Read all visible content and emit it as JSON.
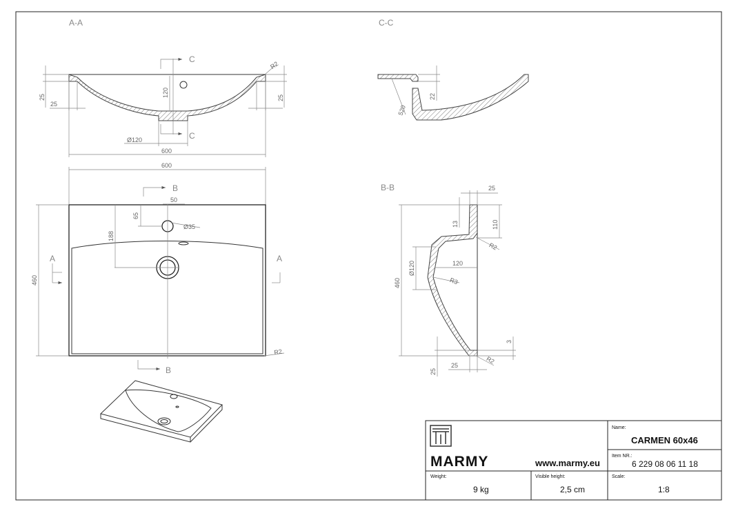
{
  "sections": {
    "aa": "A-A",
    "cc": "C-C",
    "bb": "B-B",
    "cut_a": "A",
    "cut_b": "B",
    "cut_c": "C"
  },
  "dimensions": {
    "aa": {
      "r2": "R2",
      "d120": "120",
      "d25_left": "25",
      "d25_bottom": "25",
      "d25_right": "25",
      "phi120": "Ø120",
      "w600": "600"
    },
    "plan": {
      "w600": "600",
      "d50": "50",
      "d65": "65",
      "phi35": "Ø35",
      "d188": "188",
      "d460": "460",
      "r2": "R2"
    },
    "cc": {
      "d22": "22",
      "d520": "520"
    },
    "bb": {
      "d25_top": "25",
      "d13": "13",
      "d110": "110",
      "r2_top": "R2",
      "phi120": "Ø120",
      "d120": "120",
      "r3": "R3",
      "d460": "460",
      "d3": "3",
      "r2_bottom": "R2",
      "d25_bottom_h": "25",
      "d25_bottom_v": "25"
    }
  },
  "title_block": {
    "brand": "MARMY",
    "url": "www.marmy.eu",
    "name_label": "Name:",
    "name_value": "CARMEN 60x46",
    "item_label": "Item NR.:",
    "item_value": "6 229 08 06 11 18",
    "weight_label": "Weight:",
    "weight_value": "9 kg",
    "visible_label": "Visible height:",
    "visible_value": "2,5 cm",
    "scale_label": "Scale:",
    "scale_value": "1:8"
  }
}
